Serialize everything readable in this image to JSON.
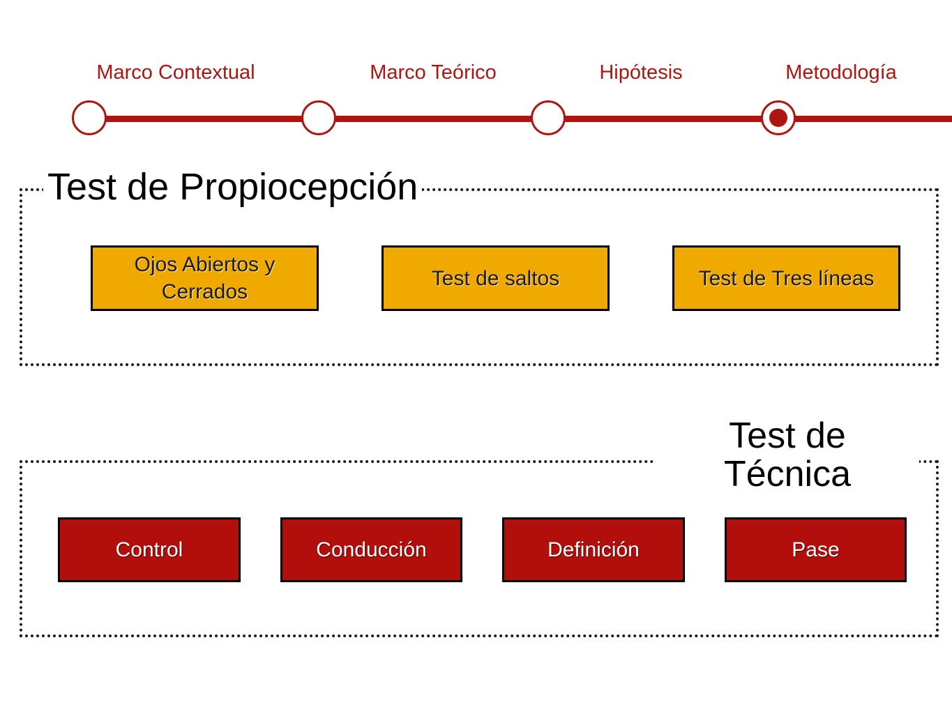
{
  "colors": {
    "accent": "#b01410",
    "gold": "#f0a900",
    "red_box": "#b20e0c"
  },
  "navigation": {
    "steps": [
      {
        "label": "Marco Contextual",
        "state": "inactive"
      },
      {
        "label": "Marco Teórico",
        "state": "inactive"
      },
      {
        "label": "Hipótesis",
        "state": "inactive"
      },
      {
        "label": "Metodología",
        "state": "active"
      }
    ]
  },
  "propiocepcion": {
    "title": "Test de Propiocepción",
    "items": [
      "Ojos Abiertos  y Cerrados",
      "Test de saltos",
      "Test de Tres líneas"
    ]
  },
  "tecnica": {
    "title_line1": "Test de",
    "title_line2": "Técnica",
    "items": [
      "Control",
      "Conducción",
      "Definición",
      "Pase"
    ]
  }
}
